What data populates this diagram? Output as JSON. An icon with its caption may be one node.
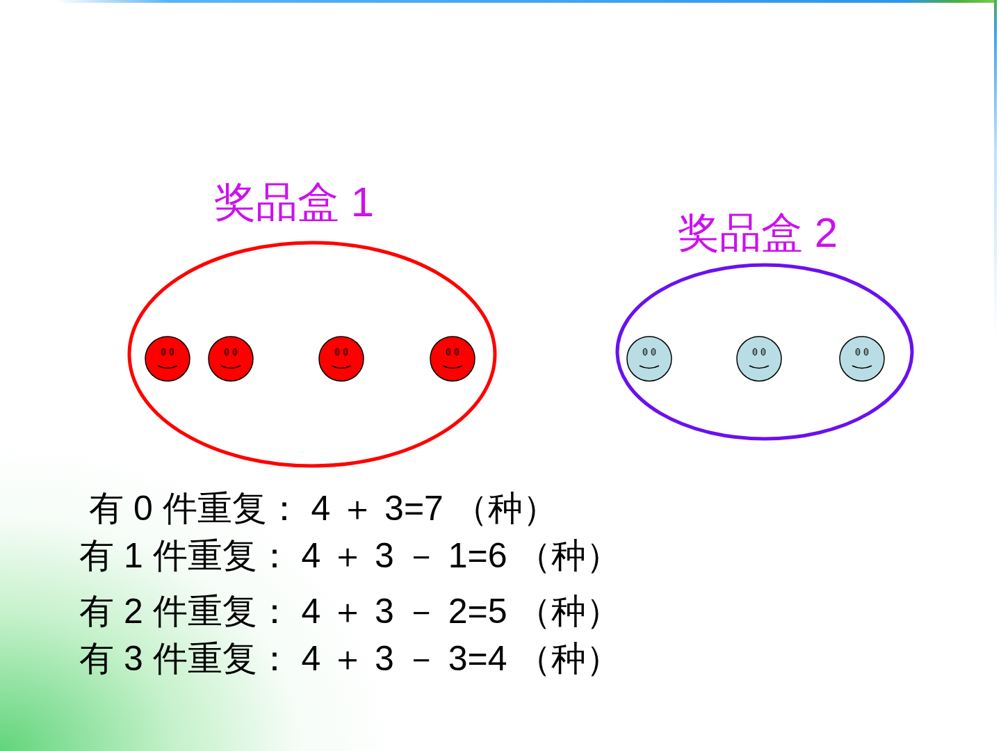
{
  "diagram": {
    "nodes": [
      {
        "text": [
          "奖品盒 1"
        ]
      },
      {
        "text": [],
        "shape": "circle",
        "in": 0
      },
      {
        "text": [],
        "shape": "circle",
        "in": 0
      },
      {
        "text": [],
        "shape": "circle",
        "in": 0
      },
      {
        "text": [],
        "shape": "circle",
        "in": 0
      },
      {
        "text": [
          "奖品盒 2"
        ]
      },
      {
        "text": [],
        "shape": "circle",
        "in": 5
      },
      {
        "text": [],
        "shape": "circle",
        "in": 5
      },
      {
        "text": [],
        "shape": "circle",
        "in": 5
      }
    ],
    "edges": [],
    "labels": [
      "有 0 件重复： 4 ＋ 3=7 （种）",
      "有 1 件重复： 4 ＋ 3 － 1=6 （种）",
      "有 2 件重复： 4 ＋ 3 － 2=5 （种）",
      "有 3 件重复： 4 ＋ 3 － 3=4 （种）"
    ]
  }
}
